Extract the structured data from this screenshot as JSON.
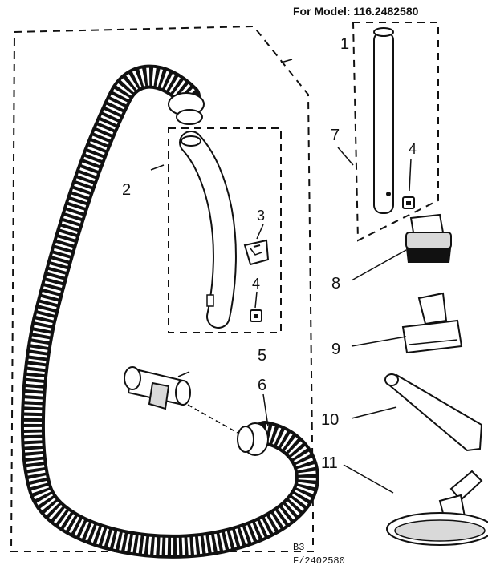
{
  "header": {
    "model_text": "For Model: 116.2482580"
  },
  "footer": {
    "page_code": "B3",
    "figure_code": "F/2402580"
  },
  "callouts": {
    "c1": "1",
    "c2": "2",
    "c3": "3",
    "c4a": "4",
    "c4b": "4",
    "c5": "5",
    "c6": "6",
    "c7": "7",
    "c8": "8",
    "c9": "9",
    "c10": "10",
    "c11": "11"
  },
  "colors": {
    "ink": "#111111",
    "paper": "#ffffff",
    "fill": "#d9d9d9"
  }
}
